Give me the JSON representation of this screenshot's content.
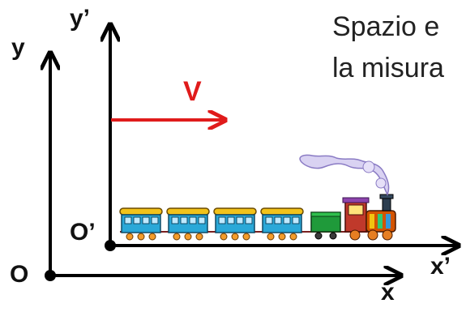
{
  "caption": {
    "line1": "Spazio e",
    "line2": "la misura"
  },
  "axes": {
    "rest_frame": {
      "x_label": "x",
      "y_label": "y",
      "origin_label": "O"
    },
    "moving_frame": {
      "x_label": "x’",
      "y_label": "y’",
      "origin_label": "O’"
    }
  },
  "velocity": {
    "label": "V"
  },
  "colors": {
    "axis": "#000000",
    "velocity": "#e01b1b",
    "text": "#222222"
  },
  "train": {
    "icon": "steam-train-icon",
    "cars": [
      {
        "icon": "passenger-car-icon",
        "body": "#2aa8d8",
        "roof": "#f2c21a"
      },
      {
        "icon": "passenger-car-icon",
        "body": "#2aa8d8",
        "roof": "#f2c21a"
      },
      {
        "icon": "passenger-car-icon",
        "body": "#2aa8d8",
        "roof": "#f2c21a"
      },
      {
        "icon": "passenger-car-icon",
        "body": "#2aa8d8",
        "roof": "#f2c21a"
      },
      {
        "icon": "freight-wagon-icon",
        "body": "#1f9a3a"
      },
      {
        "icon": "locomotive-icon",
        "body": "#c0392b"
      }
    ]
  }
}
